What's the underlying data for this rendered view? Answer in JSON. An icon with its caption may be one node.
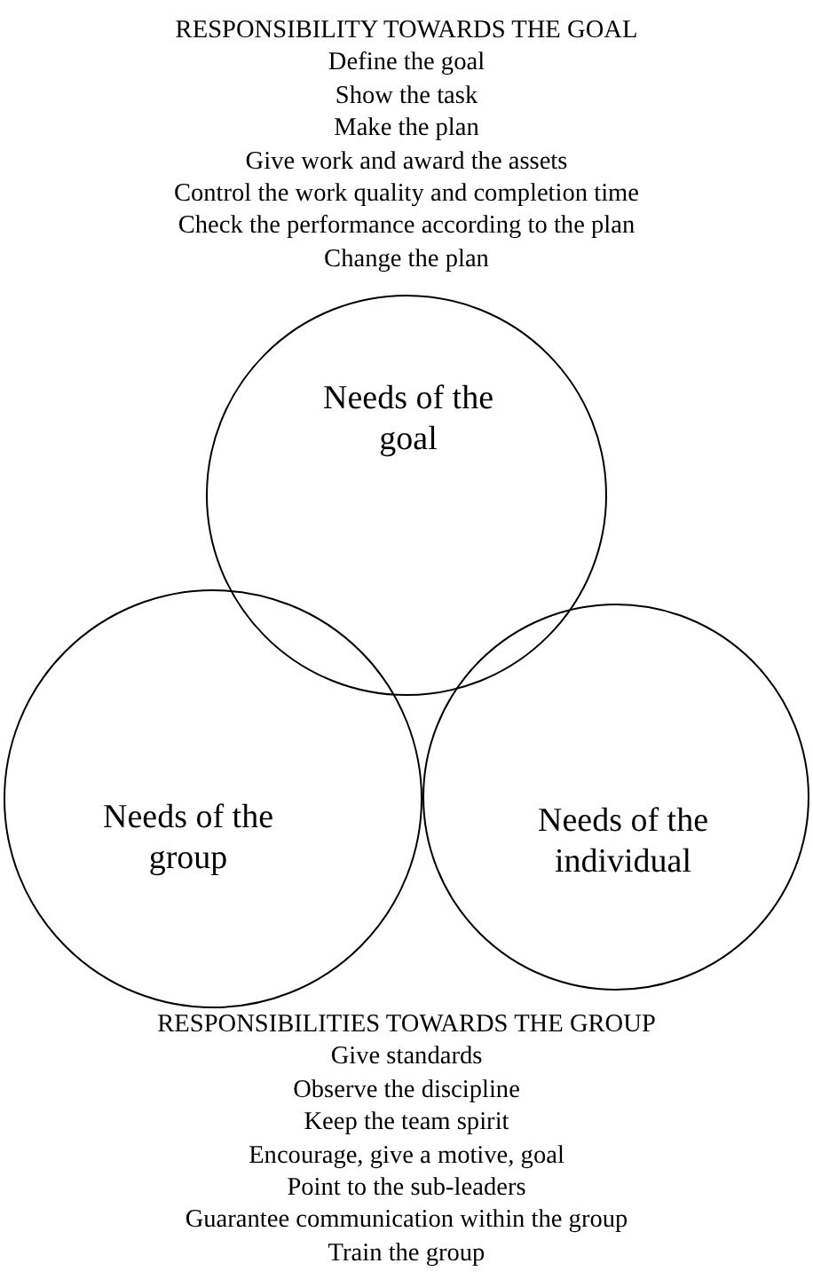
{
  "diagram": {
    "nodes": [
      {
        "text": [
          "Needs of the goal"
        ]
      },
      {
        "text": [
          "Needs of the group"
        ]
      },
      {
        "text": [
          "Needs of the individual"
        ]
      }
    ],
    "labels": [
      "RESPONSIBILITY TOWARDS THE GOAL",
      "Define the goal",
      "Show the task",
      "Make the plan",
      "Give work and award the assets",
      "Control the work quality and completion time",
      "Check the performance according to the plan",
      "Change the plan",
      "RESPONSIBILITIES TOWARDS THE GROUP",
      "Give standards",
      "Observe the discipline",
      "Keep the team spirit",
      "Encourage, give a motive, goal",
      "Point to the sub-leaders",
      "Guarantee communication within the group",
      "Train the group"
    ]
  }
}
